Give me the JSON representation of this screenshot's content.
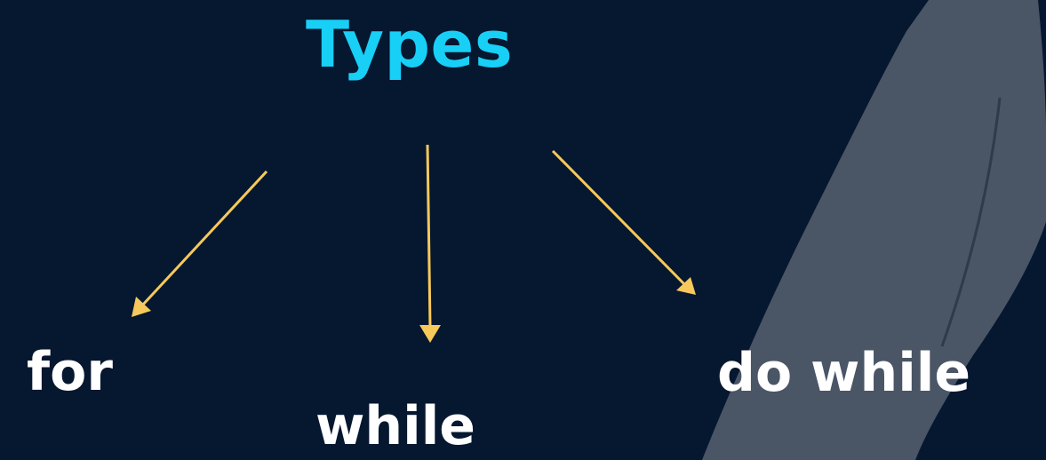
{
  "diagram": {
    "title": "Types",
    "nodes": [
      {
        "label": "for"
      },
      {
        "label": "while"
      },
      {
        "label": "do while"
      }
    ],
    "edges": [
      {
        "from": "Types",
        "to": "for"
      },
      {
        "from": "Types",
        "to": "while"
      },
      {
        "from": "Types",
        "to": "do while"
      }
    ]
  },
  "colors": {
    "background": "#061730",
    "title": "#18cff6",
    "node_text": "#ffffff",
    "arrow": "#f7c95a",
    "decoration": "#4a5566"
  }
}
